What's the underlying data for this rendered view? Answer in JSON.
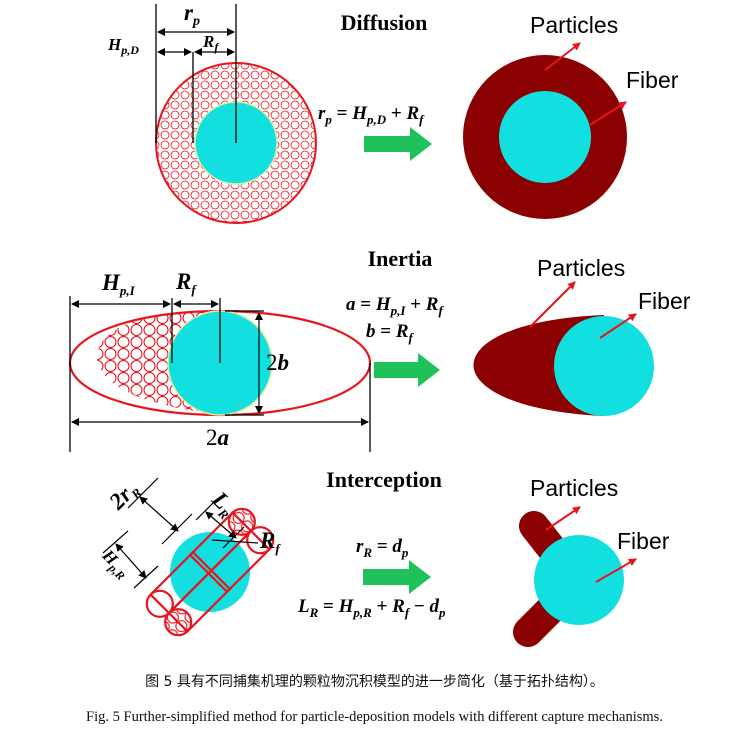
{
  "panels": {
    "diffusion": {
      "title": "Diffusion",
      "label_rp": "r",
      "label_rp_sub": "p",
      "label_h": "H",
      "label_h_sub": "p,D",
      "label_rf": "R",
      "label_rf_sub": "f",
      "equation": "r_p = H_p,D + R_f",
      "eq_a": "r",
      "eq_a_sub": "p",
      "eq_eq": " = ",
      "eq_b": "H",
      "eq_b_sub": "p,D",
      "eq_plus": " + ",
      "eq_c": "R",
      "eq_c_sub": "f",
      "particles_label": "Particles",
      "fiber_label": "Fiber"
    },
    "inertia": {
      "title": "Inertia",
      "label_h": "H",
      "label_h_sub": "p,I",
      "label_rf": "R",
      "label_rf_sub": "f",
      "label_2b_num": "2",
      "label_2b_var": "b",
      "label_2a_num": "2",
      "label_2a_var": "a",
      "eq1_a": "a",
      "eq1_eq": " = ",
      "eq1_b": "H",
      "eq1_b_sub": "p,I",
      "eq1_plus": " + ",
      "eq1_c": "R",
      "eq1_c_sub": "f",
      "eq2_a": "b",
      "eq2_eq": " = ",
      "eq2_c": "R",
      "eq2_c_sub": "f",
      "particles_label": "Particles",
      "fiber_label": "Fiber"
    },
    "interception": {
      "title": "Interception",
      "label_2r": "2r",
      "label_2r_sub": "R",
      "label_l": "L",
      "label_l_sub": "R",
      "label_rf": "R",
      "label_rf_sub": "f",
      "label_h": "H",
      "label_h_sub": "p,R",
      "eq1_a": "r",
      "eq1_a_sub": "R",
      "eq1_eq": " = ",
      "eq1_b": "d",
      "eq1_b_sub": "p",
      "eq2_a": "L",
      "eq2_a_sub": "R",
      "eq2_eq": " = ",
      "eq2_b": "H",
      "eq2_b_sub": "p,R",
      "eq2_plus": " + ",
      "eq2_c": "R",
      "eq2_c_sub": "f",
      "eq2_minus": " − ",
      "eq2_d": "d",
      "eq2_d_sub": "p",
      "particles_label": "Particles",
      "fiber_label": "Fiber"
    }
  },
  "colors": {
    "fiber": "#12e0e0",
    "particles": "#8b0000",
    "outline": "#e8141e",
    "arrow": "#1fc25a",
    "pointer": "#e8141e"
  },
  "caption": {
    "chinese": "图 5  具有不同捕集机理的颗粒物沉积模型的进一步简化（基于拓扑结构）。",
    "english": "Fig. 5 Further-simplified method for particle-deposition models with different capture mechanisms."
  }
}
